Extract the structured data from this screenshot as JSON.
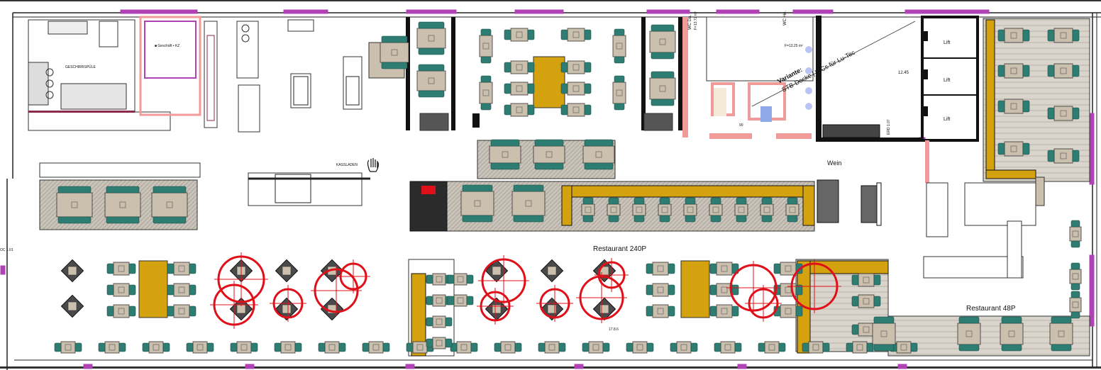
{
  "labels": {
    "geschaeft": "■ Geschäft • KZ",
    "geschirr": "GESCHIRRSPÜLE",
    "kasse": "KASSLADEN",
    "wc_da": "WC Da.",
    "wc_da_area": "F=13.72 m²",
    "wc_he": "WC He.",
    "wc_he_area": "F=13.25 m²",
    "variante": "Variante:",
    "variante_text": "STB-Decke | WCs für Lu-Tec",
    "lift": "Lift",
    "level": "12.45",
    "wein": "Wein",
    "restaurant_240": "Restaurant 240P",
    "restaurant_48": "Restaurant 48P",
    "dim_90": "90",
    "dim_178": "17.8.6",
    "oc": "OC 1.01",
    "notausgang": "ERD 1.07"
  },
  "colors": {
    "wall": "#111111",
    "teal_chair": "#2e7d72",
    "beige_table": "#cbbfae",
    "mustard": "#d4a20e",
    "floor_hatch": "#bdb7ae",
    "pink_wall": "#f09a9a",
    "purple_window": "#b042b5",
    "red_marker": "#e0101a",
    "dark_table": "#4a4a4a"
  }
}
